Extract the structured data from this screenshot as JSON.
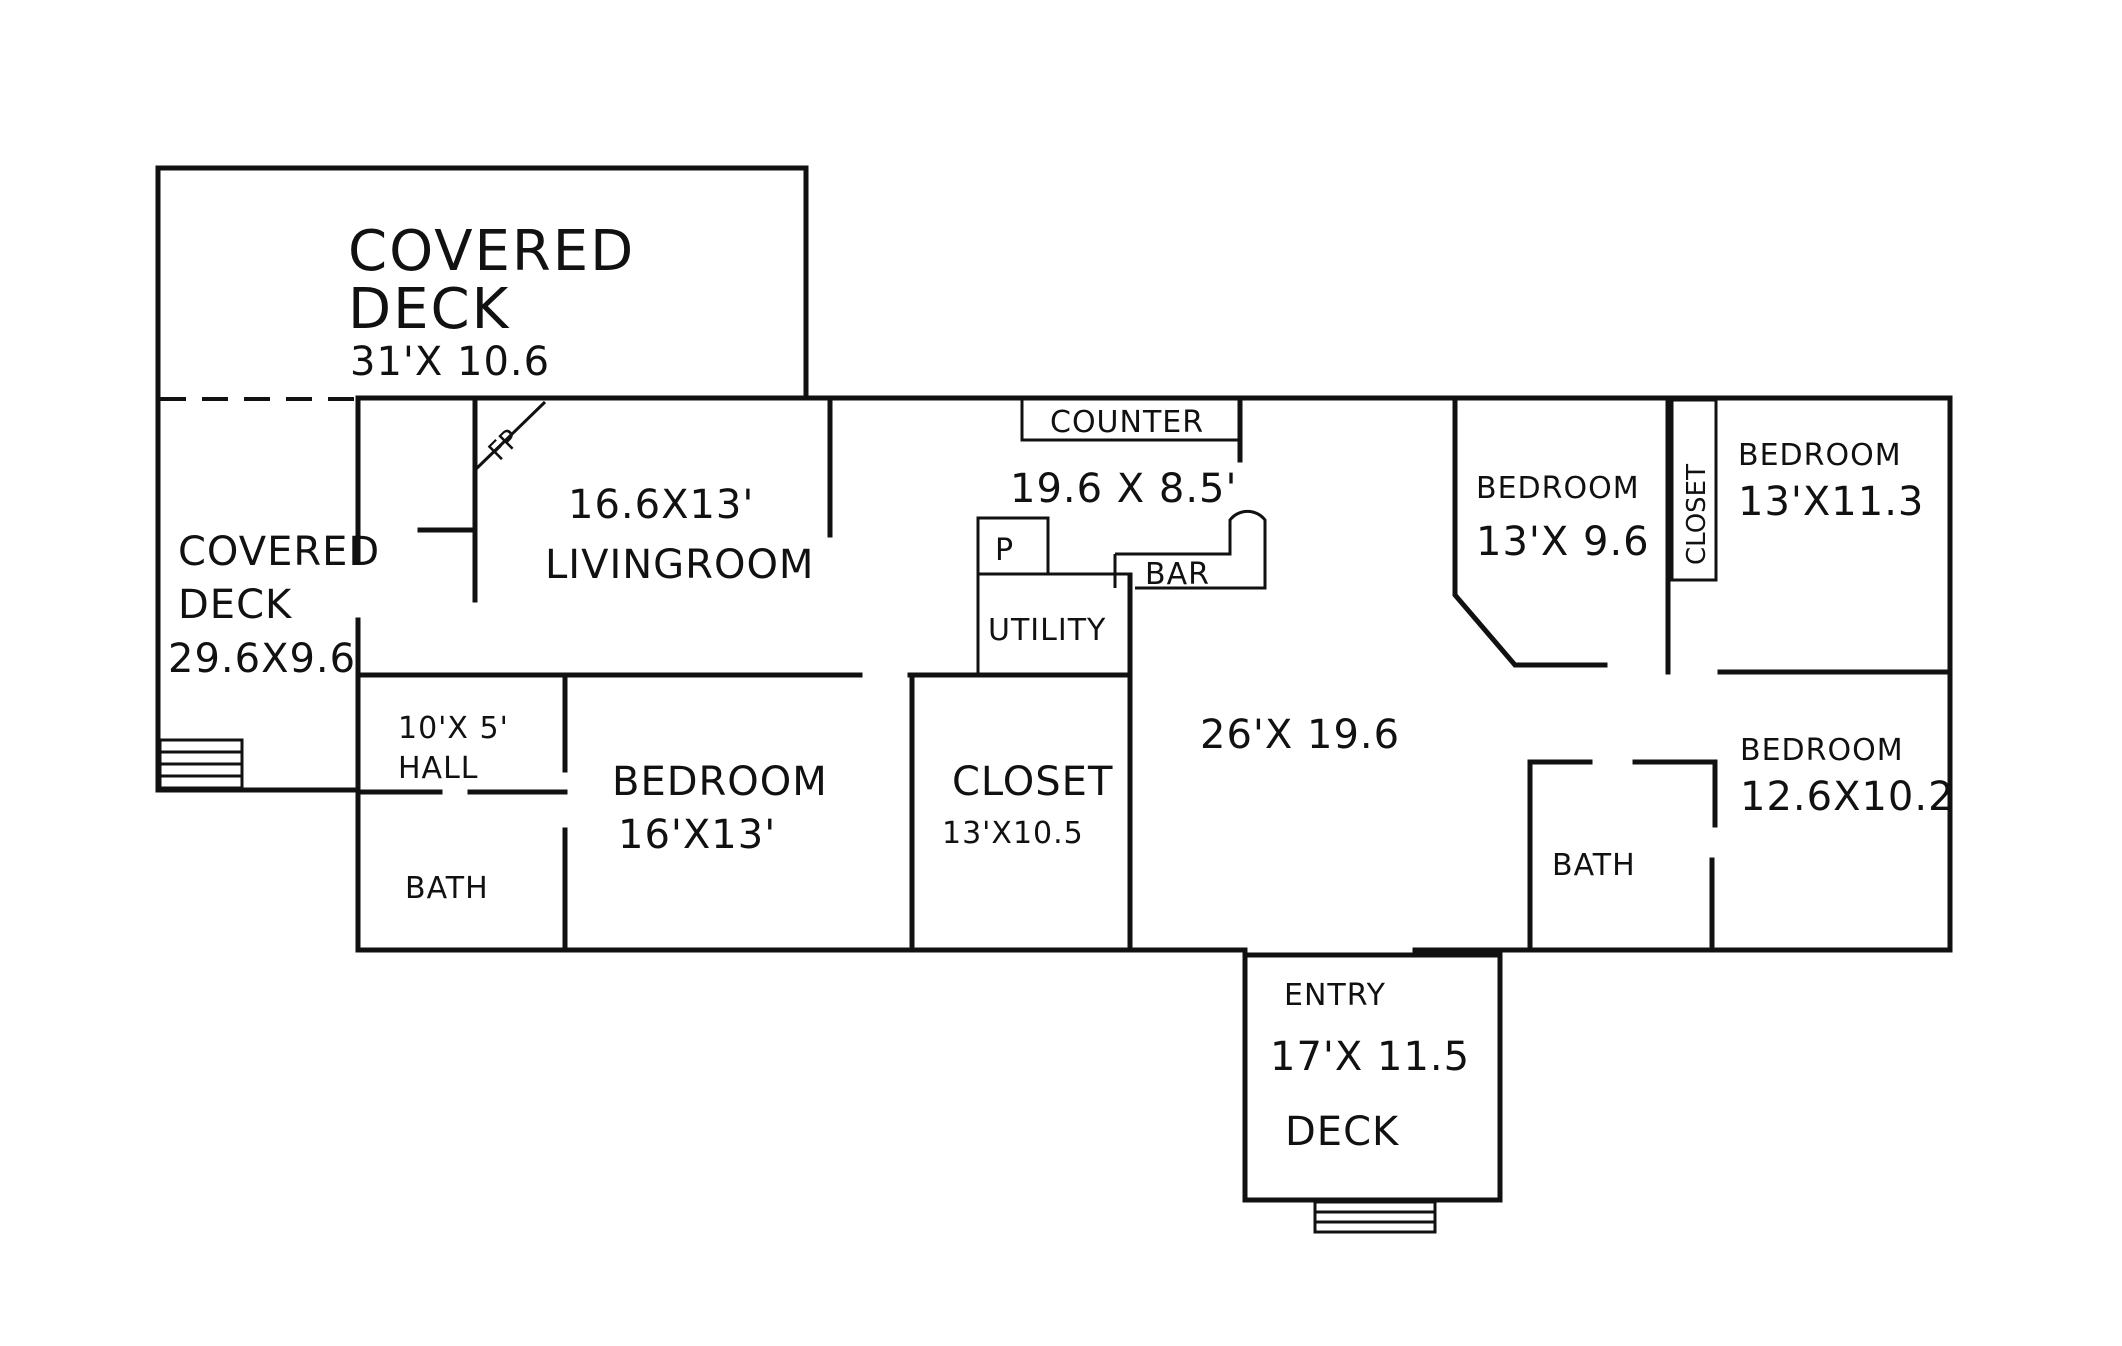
{
  "plan": {
    "covered_deck_top": {
      "name_line1": "COVERED",
      "name_line2": "DECK",
      "size": "31'X 10.6"
    },
    "covered_deck_left": {
      "name_line1": "COVERED",
      "name_line2": "DECK",
      "size": "29.6X9.6"
    },
    "fireplace": "FP",
    "living_room": {
      "size": "16.6X13'",
      "name": "LIVINGROOM"
    },
    "counter": "COUNTER",
    "kitchen": {
      "size": "19.6 X 8.5'"
    },
    "pantry": "P",
    "bar": "BAR",
    "utility": "UTILITY",
    "great_room": {
      "size": "26'X 19.6"
    },
    "bedroom_1": {
      "name": "BEDROOM",
      "size": "13'X 9.6"
    },
    "closet_small": "CLOSET",
    "bedroom_2": {
      "name": "BEDROOM",
      "size": "13'X11.3"
    },
    "hall": {
      "size": "10'X 5'",
      "name": "HALL"
    },
    "bath_left": "BATH",
    "bedroom_3": {
      "name": "BEDROOM",
      "size": "16'X13'"
    },
    "closet_large": {
      "name": "CLOSET",
      "size": "13'X10.5"
    },
    "bath_right": "BATH",
    "bedroom_4": {
      "name": "BEDROOM",
      "size": "12.6X10.2"
    },
    "entry_deck": {
      "name": "ENTRY",
      "size": "17'X 11.5",
      "label": "DECK"
    }
  }
}
